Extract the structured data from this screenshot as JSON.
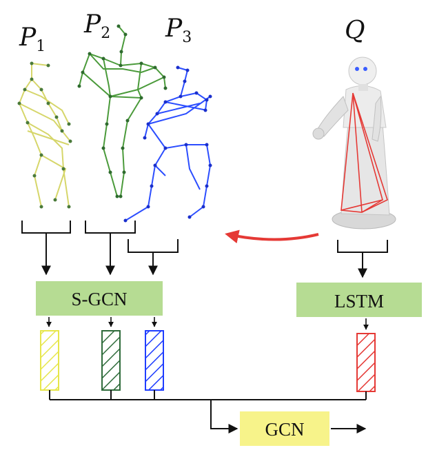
{
  "labels": {
    "p1": "P",
    "p1_sub": "1",
    "p2": "P",
    "p2_sub": "2",
    "p3": "P",
    "p3_sub": "3",
    "q": "Q"
  },
  "blocks": {
    "sgcn": "S-GCN",
    "lstm": "LSTM",
    "gcn": "GCN"
  },
  "colors": {
    "p1": "#d6d66a",
    "p2": "#2e7d32",
    "p3": "#1f3dff",
    "q": "#e53935",
    "green_box": "#b6dc93",
    "yellow_box": "#f7f38a",
    "arrow_red": "#e53935"
  },
  "icons": {
    "robot": "humanoid-robot-icon"
  }
}
